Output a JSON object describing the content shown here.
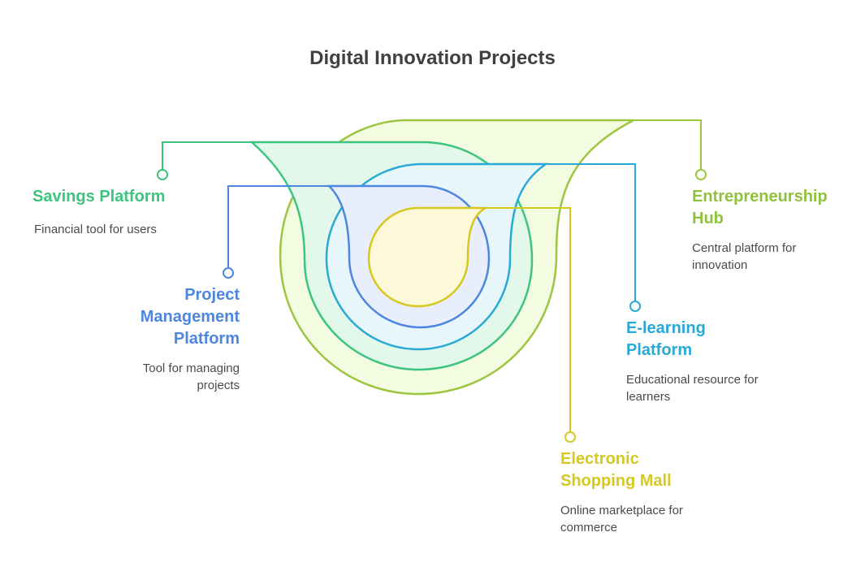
{
  "title": "Digital Innovation Projects",
  "colors": {
    "savings": "#3dc47e",
    "project": "#4d86e0",
    "elearning": "#29a9d6",
    "entrepreneurship": "#8fc23a",
    "shopping": "#d6c81f"
  },
  "items": {
    "savings": {
      "heading": "Savings Platform",
      "description": "Financial tool for users"
    },
    "project": {
      "heading": "Project\nManagement\nPlatform",
      "description": "Tool for managing\nprojects"
    },
    "elearning": {
      "heading": "E-learning\nPlatform",
      "description": "Educational resource for\nlearners"
    },
    "entrepreneurship": {
      "heading": "Entrepreneurship\nHub",
      "description": "Central platform for\ninnovation"
    },
    "shopping": {
      "heading": "Electronic\nShopping Mall",
      "description": "Online marketplace for\ncommerce"
    }
  }
}
